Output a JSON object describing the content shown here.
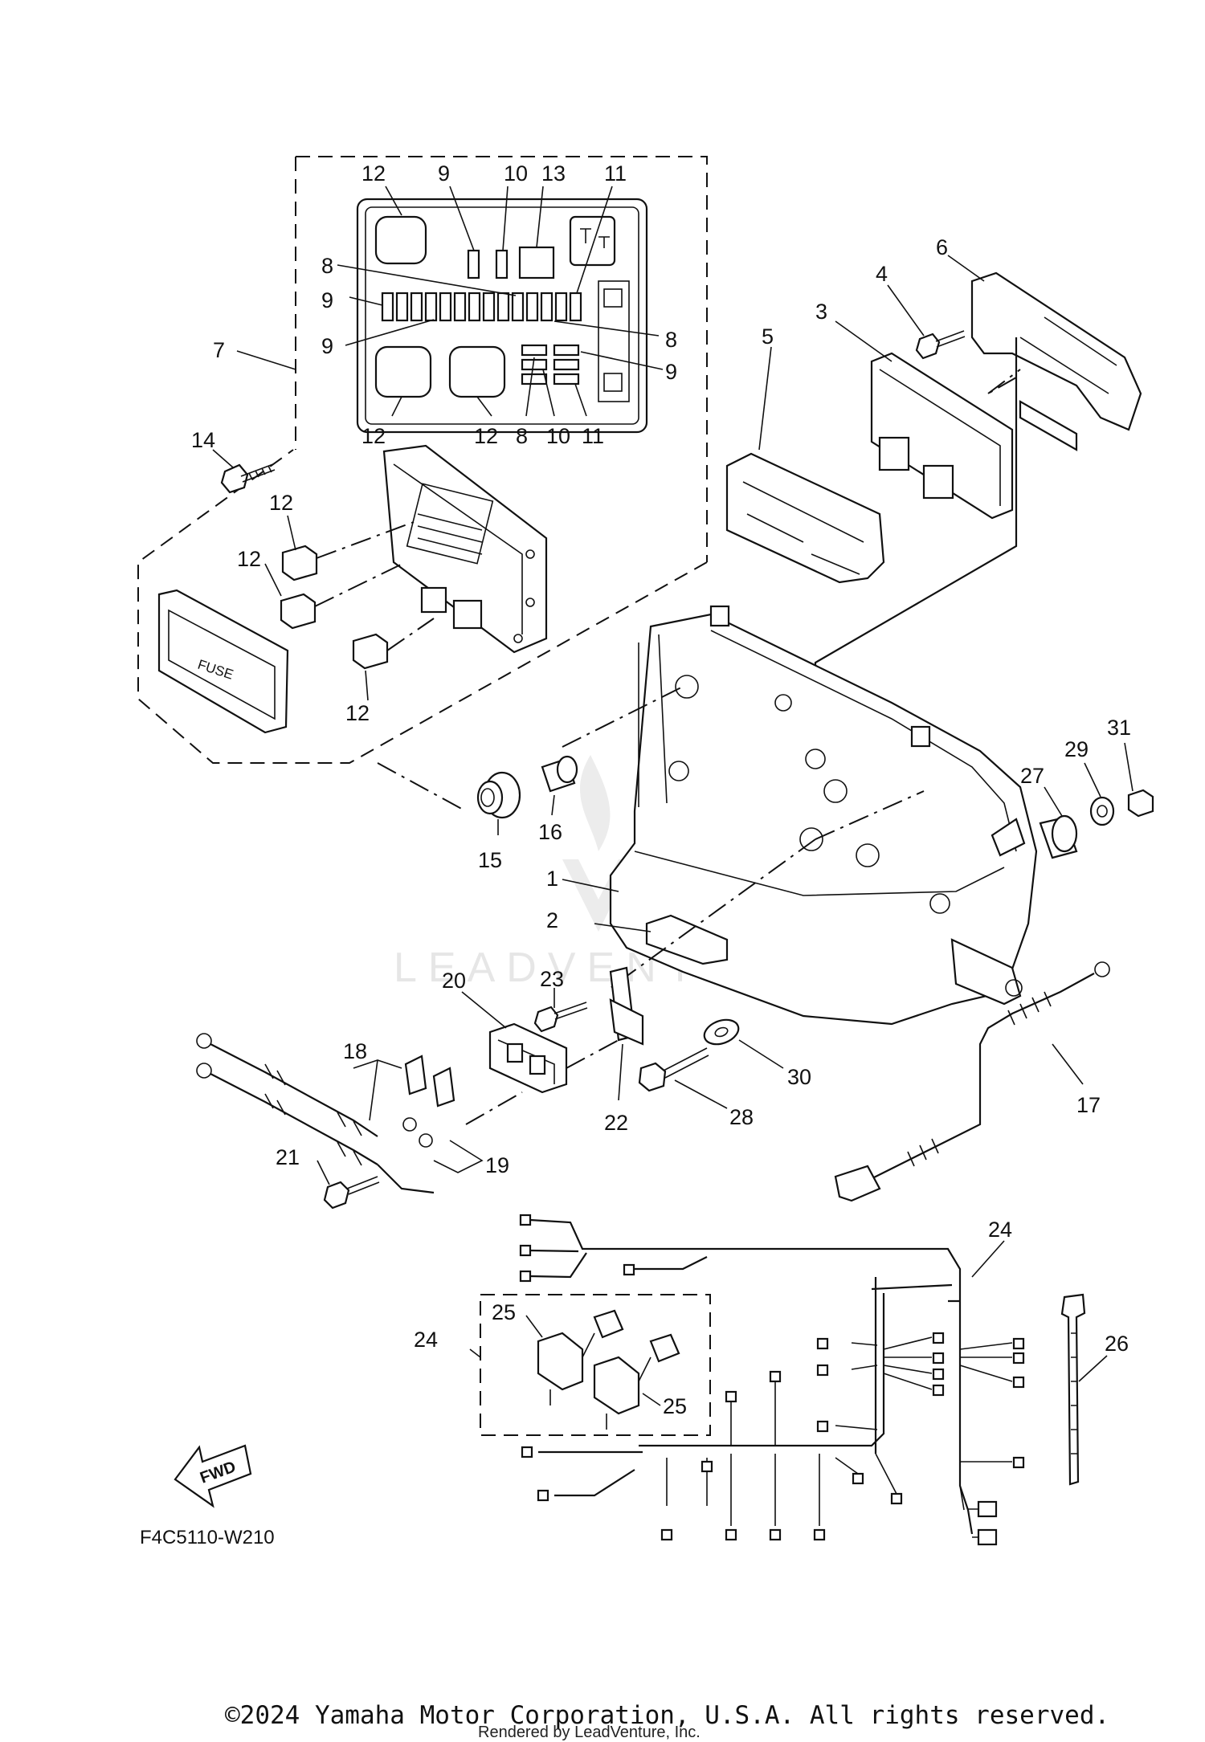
{
  "diagram_code": "F4C5110-W210",
  "copyright": "©2024 Yamaha Motor Corporation, U.S.A. All rights reserved.",
  "rendered_by": "Rendered by LeadVenture, Inc.",
  "watermark": "LEADVENTURE",
  "fuse_cover_label": "FUSE",
  "direction_label": "FWD",
  "callouts": {
    "fuse_box": {
      "c12a": "12",
      "c9a": "9",
      "c10a": "10",
      "c13": "13",
      "c11a": "11",
      "c8a": "8",
      "c9b": "9",
      "c9c": "9",
      "c8b": "8",
      "c9d": "9",
      "c12b": "12",
      "c12c": "12",
      "c8c": "8",
      "c10b": "10",
      "c11b": "11"
    },
    "c7": "7",
    "c14": "14",
    "relays": {
      "c12d": "12",
      "c12e": "12",
      "c12f": "12"
    },
    "c6": "6",
    "c4": "4",
    "c3": "3",
    "c5": "5",
    "c31": "31",
    "c29": "29",
    "c27": "27",
    "c16": "16",
    "c15": "15",
    "c1": "1",
    "c2": "2",
    "c23": "23",
    "c20": "20",
    "c18": "18",
    "c21": "21",
    "c19": "19",
    "c22": "22",
    "c28": "28",
    "c30": "30",
    "c17": "17",
    "c24a": "24",
    "c24b": "24",
    "c25a": "25",
    "c25b": "25",
    "c26": "26"
  }
}
